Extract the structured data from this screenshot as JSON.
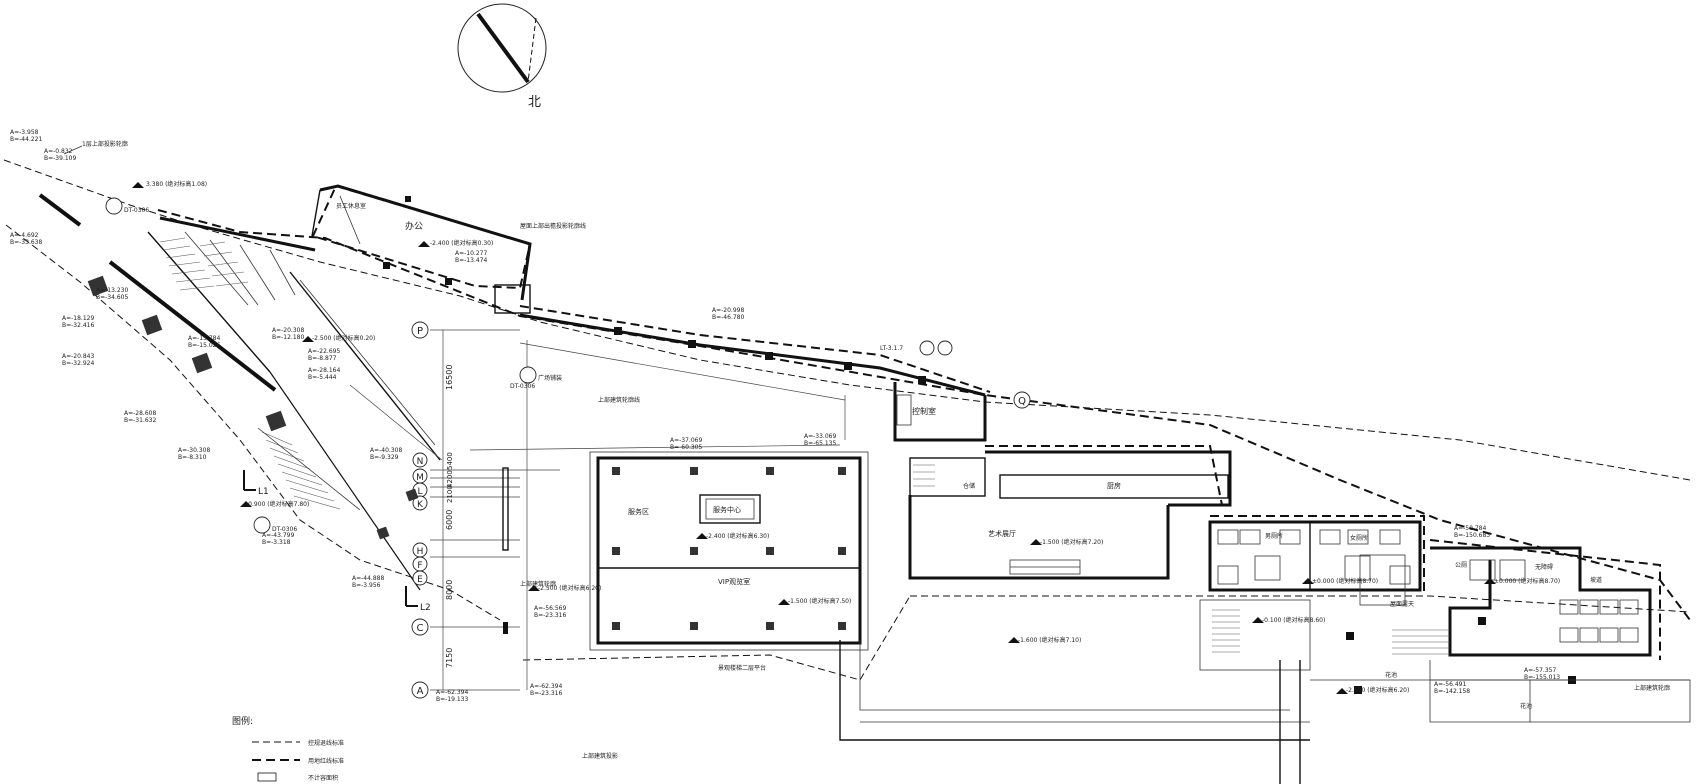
{
  "compass": {
    "label": "北"
  },
  "grid_labels": [
    "P",
    "N",
    "M",
    "L",
    "K",
    "H",
    "F",
    "E",
    "C",
    "A",
    "Q"
  ],
  "grid_dims": [
    "16500",
    "5400",
    "6600",
    "4200",
    "2100",
    "6000",
    "8000",
    "7150"
  ],
  "rooms": [
    {
      "key": "office",
      "text": "办公"
    },
    {
      "key": "restroom_small",
      "text": "员工休息室"
    },
    {
      "key": "control",
      "text": "控制室"
    },
    {
      "key": "kitchen",
      "text": "厨房"
    },
    {
      "key": "service",
      "text": "服务区"
    },
    {
      "key": "center",
      "text": "服务中心"
    },
    {
      "key": "vip",
      "text": "VIP观览室"
    },
    {
      "key": "art",
      "text": "艺术展厅"
    },
    {
      "key": "male",
      "text": "男厕所"
    },
    {
      "key": "female",
      "text": "女厕所"
    },
    {
      "key": "store",
      "text": "仓储"
    },
    {
      "key": "disabled",
      "text": "无障碍"
    },
    {
      "key": "public",
      "text": "公厕"
    },
    {
      "key": "garden1",
      "text": "花池"
    },
    {
      "key": "garden2",
      "text": "花池"
    }
  ],
  "levels": [
    {
      "key": "l1",
      "text": "3.380 (绝对标高1.08)"
    },
    {
      "key": "l2",
      "text": "-2.400 (绝对标高0.30)"
    },
    {
      "key": "l3",
      "text": "-2.500 (绝对标高0.20)"
    },
    {
      "key": "l4",
      "text": "-0.900 (绝对标高7.80)"
    },
    {
      "key": "l5",
      "text": "-2.400 (绝对标高6.30)"
    },
    {
      "key": "l6",
      "text": "-2.500 (绝对标高6.20)"
    },
    {
      "key": "l7",
      "text": "-1.500 (绝对标高7.50)"
    },
    {
      "key": "l8",
      "text": "-1.500 (绝对标高7.20)"
    },
    {
      "key": "l9",
      "text": "-0.100 (绝对标高8.60)"
    },
    {
      "key": "l10",
      "text": "-1.600 (绝对标高7.10)"
    },
    {
      "key": "l11",
      "text": "-2.500 (绝对标高6.20)"
    },
    {
      "key": "l12",
      "text": "±0.000 (绝对标高8.70)"
    },
    {
      "key": "l13",
      "text": "±0.000 (绝对标高8.70)"
    }
  ],
  "coords": [
    {
      "a": "A=-3.958",
      "b": "B=-44.221"
    },
    {
      "a": "A=-0.832",
      "b": "B=-39.109"
    },
    {
      "a": "A=-4.692",
      "b": "B=-33.638"
    },
    {
      "a": "A=-13.230",
      "b": "B=-34.605"
    },
    {
      "a": "A=-18.129",
      "b": "B=-32.416"
    },
    {
      "a": "A=-15.784",
      "b": "B=-15.026"
    },
    {
      "a": "A=-20.843",
      "b": "B=-32.924"
    },
    {
      "a": "A=-20.308",
      "b": "B=-12.180"
    },
    {
      "a": "A=-22.695",
      "b": "B=-8.877"
    },
    {
      "a": "A=-28.164",
      "b": "B=-5.444"
    },
    {
      "a": "A=-28.608",
      "b": "B=-31.632"
    },
    {
      "a": "A=-30.308",
      "b": "B=-8.310"
    },
    {
      "a": "A=-40.308",
      "b": "B=-9.329"
    },
    {
      "a": "A=-43.799",
      "b": "B=-3.318"
    },
    {
      "a": "A=-44.888",
      "b": "B=-3.956"
    },
    {
      "a": "A=-56.569",
      "b": "B=-23.316"
    },
    {
      "a": "A=-62.394",
      "b": "B=-19.133"
    },
    {
      "a": "A=-62.394",
      "b": "B=-23.316"
    },
    {
      "a": "A=-10.277",
      "b": "B=-13.474"
    },
    {
      "a": "A=-20.998",
      "b": "B=-46.780"
    },
    {
      "a": "A=-37.069",
      "b": "B=-60.305"
    },
    {
      "a": "A=-33.069",
      "b": "B=-65.135"
    },
    {
      "a": "A=-50.784",
      "b": "B=-150.683"
    },
    {
      "a": "A=-57.357",
      "b": "B=-155.013"
    },
    {
      "a": "A=-56.491",
      "b": "B=-142.158"
    }
  ],
  "notes": [
    {
      "key": "n1",
      "text": "1层上部投影轮廓"
    },
    {
      "key": "n2",
      "text": "屋面上部出檐投影轮廓线"
    },
    {
      "key": "n3",
      "text": "上部建筑轮廓线"
    },
    {
      "key": "n4",
      "text": "上部建筑投影"
    },
    {
      "key": "n5",
      "text": "景观楼梯二层平台"
    },
    {
      "key": "n6",
      "text": "上部建筑轮廓"
    },
    {
      "key": "n7",
      "text": "广场铺装"
    },
    {
      "key": "n8",
      "text": "上部建筑轮廓"
    },
    {
      "key": "n9",
      "text": "屋面露天"
    },
    {
      "key": "n10",
      "text": "坡道"
    }
  ],
  "ref_tags": [
    "DT-0306",
    "DT-0306",
    "DT-0306"
  ],
  "callout": {
    "text": "LT-3.1.7"
  },
  "section_marks": [
    "L1",
    "L2"
  ],
  "legend": {
    "title": "图例:",
    "items": [
      {
        "style": "dash",
        "text": "控规退线标准"
      },
      {
        "style": "dashbold",
        "text": "用地红线标准"
      },
      {
        "style": "box",
        "text": "不计容面积"
      }
    ]
  }
}
